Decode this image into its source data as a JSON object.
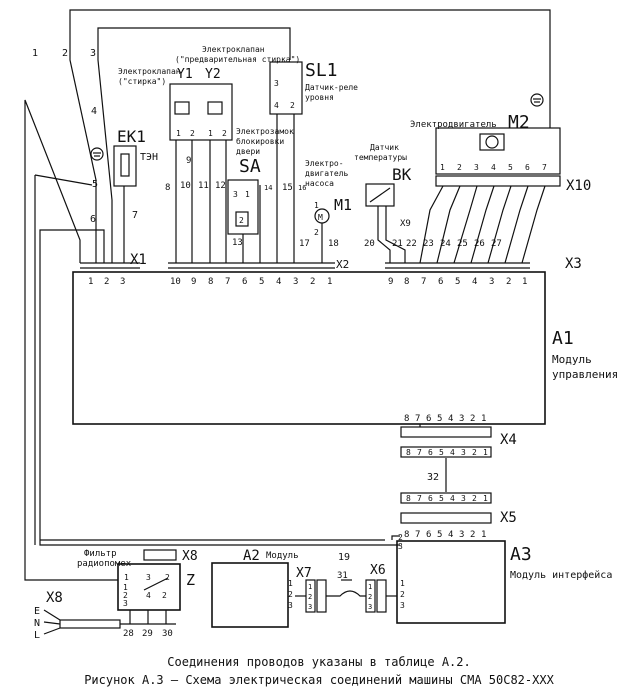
{
  "caption": {
    "line1": "Соединения проводов указаны в таблице А.2.",
    "line2": "Рисунок А.3 – Схема электрическая соединений машины СМА 50С82-ХХХ"
  },
  "components": {
    "A1": {
      "ref": "А1",
      "desc1": "Модуль",
      "desc2": "управления"
    },
    "A2": {
      "ref": "А2",
      "desc": "Модуль"
    },
    "A3": {
      "ref": "А3",
      "desc": "Модуль интерфейса"
    },
    "EK1": {
      "ref": "ЕК1",
      "desc": "ТЭН"
    },
    "SL1": {
      "ref": "SL1",
      "desc1": "Датчик-реле",
      "desc2": "уровня"
    },
    "SA": {
      "ref": "SA",
      "desc1": "Электрозамок",
      "desc2": "блокировки",
      "desc3": "двери"
    },
    "M1": {
      "ref": "М1",
      "desc1": "Электро-",
      "desc2": "двигатель",
      "desc3": "насоса"
    },
    "M2": {
      "ref": "М2",
      "desc": "Электродвигатель"
    },
    "BK": {
      "ref": "ВК",
      "desc1": "Датчик",
      "desc2": "температуры"
    },
    "Y1": {
      "ref": "Y1"
    },
    "Y2": {
      "ref": "Y2"
    },
    "valves_title1": "Электроклапан",
    "valves_title2": "(\"предварительная стирка\")",
    "valve_main1": "Электроклапан",
    "valve_main2": "(\"стирка\")",
    "Z": {
      "ref": "Z",
      "desc1": "Фильтр",
      "desc2": "радиопомех"
    }
  },
  "connectors": {
    "X1": "Х1",
    "X2": "Х2",
    "X3": "Х3",
    "X4": "Х4",
    "X5": "Х5",
    "X6": "Х6",
    "X7": "Х7",
    "X8a": "Х8",
    "X8b": "Х8",
    "X9": "Х9",
    "X10": "Х10"
  },
  "mains_labels": [
    "E",
    "N",
    "L"
  ],
  "pins": {
    "x1": [
      "1",
      "2",
      "3"
    ],
    "x2": [
      "10",
      "9",
      "8",
      "7",
      "6",
      "5",
      "4",
      "3",
      "2",
      "1"
    ],
    "x3": [
      "9",
      "8",
      "7",
      "6",
      "5",
      "4",
      "3",
      "2",
      "1"
    ],
    "x45": [
      "8",
      "7",
      "6",
      "5",
      "4",
      "3",
      "2",
      "1"
    ],
    "m2": [
      "1",
      "2",
      "3",
      "4",
      "5",
      "6",
      "7"
    ],
    "y": [
      "1",
      "2",
      "1",
      "2"
    ],
    "sl1": [
      "3",
      "4",
      "2"
    ],
    "sa": [
      "3",
      "1",
      "2"
    ],
    "m1": [
      "1",
      "2"
    ],
    "x6x7": [
      "1",
      "2",
      "3"
    ],
    "a3_left": [
      "2",
      "3"
    ],
    "a3_mid": [
      "1",
      "2",
      "3"
    ],
    "z_top": [
      "1",
      "3",
      "2"
    ],
    "z_bottom": [
      "4",
      "2"
    ],
    "z_left": [
      "1",
      "2",
      "3"
    ]
  },
  "wires": [
    "1",
    "2",
    "3",
    "4",
    "5",
    "6",
    "7",
    "8",
    "9",
    "10",
    "11",
    "12",
    "13",
    "14",
    "15",
    "16",
    "17",
    "18",
    "19",
    "20",
    "21",
    "22",
    "23",
    "24",
    "25",
    "26",
    "27",
    "28",
    "29",
    "30",
    "31",
    "32"
  ]
}
